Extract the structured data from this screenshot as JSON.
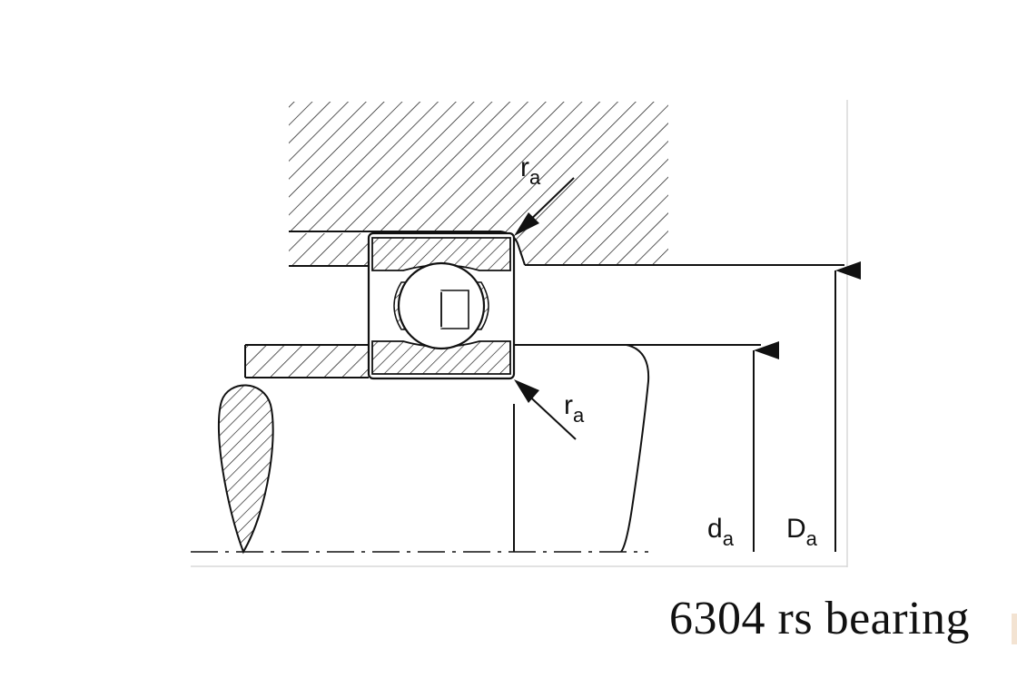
{
  "labels": {
    "fillet_top": {
      "main": "r",
      "sub": "a"
    },
    "fillet_bottom": {
      "main": "r",
      "sub": "a"
    },
    "shaft_diameter": {
      "main": "d",
      "sub": "a"
    },
    "housing_diameter": {
      "main": "D",
      "sub": "a"
    }
  },
  "caption": "6304 rs bearing",
  "colors": {
    "line": "#111111",
    "background": "#ffffff"
  }
}
